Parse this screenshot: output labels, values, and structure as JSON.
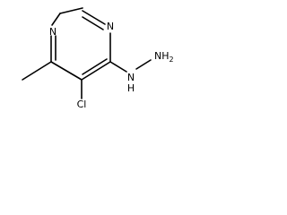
{
  "molecule": {
    "atoms": {
      "n_top": "N",
      "n_left": "N",
      "n_hydrazine": "N",
      "h_hydrazine": "H",
      "nh2": "NH",
      "nh2_sub": "2",
      "chlorine": "Cl"
    },
    "colors": {
      "bond": "#000000",
      "label": "#000000",
      "background": "#ffffff"
    }
  }
}
